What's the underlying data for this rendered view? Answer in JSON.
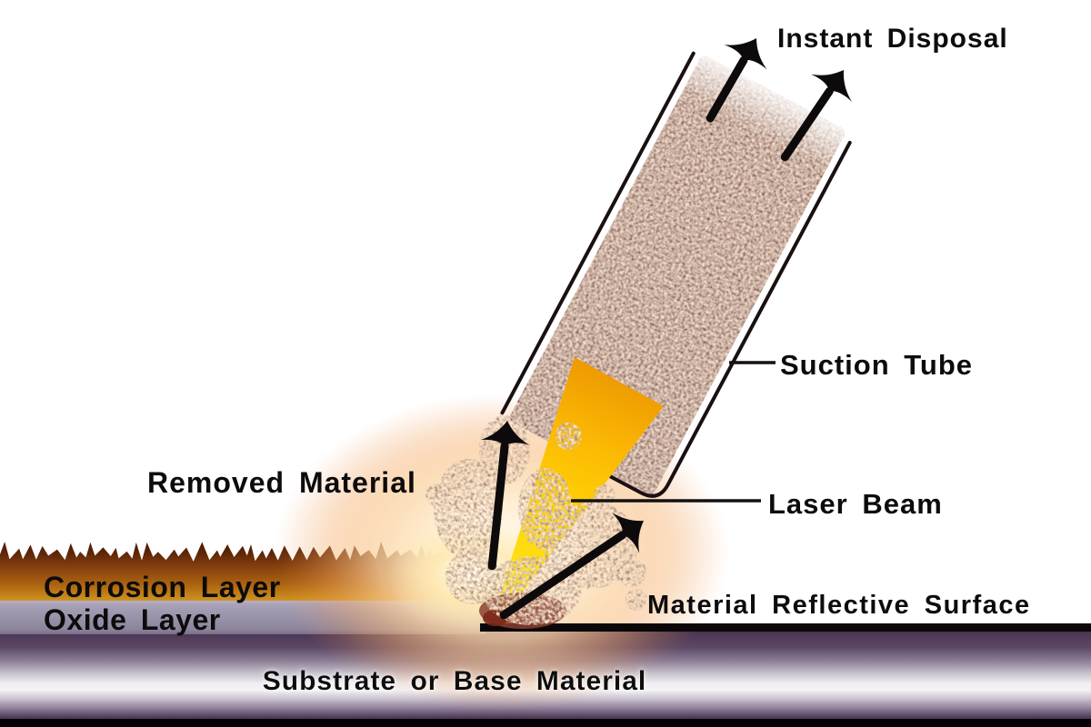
{
  "labels": {
    "instant_disposal": "Instant Disposal",
    "suction_tube": "Suction Tube",
    "laser_beam": "Laser Beam",
    "removed_material": "Removed Material",
    "corrosion_layer": "Corrosion Layer",
    "oxide_layer": "Oxide Layer",
    "material_reflective_surface": "Material Reflective Surface",
    "substrate": "Substrate or Base Material"
  },
  "colors": {
    "laser_beam_yellow": "#ffd106",
    "laser_beam_orange_top": "#ed9902",
    "corrosion_dark_brown": "#471806",
    "corrosion_orange": "#ad6410",
    "corrosion_gold": "#d09b28",
    "oxide_lavender_gray": "#9a92a9",
    "substrate_purple": "#4e3a58",
    "substrate_silver": "#f4f3f5",
    "tube_particle_brown": "#997060",
    "ablation_glow_peach": "#f5ae6b",
    "ink_black": "#0d0a0b"
  }
}
